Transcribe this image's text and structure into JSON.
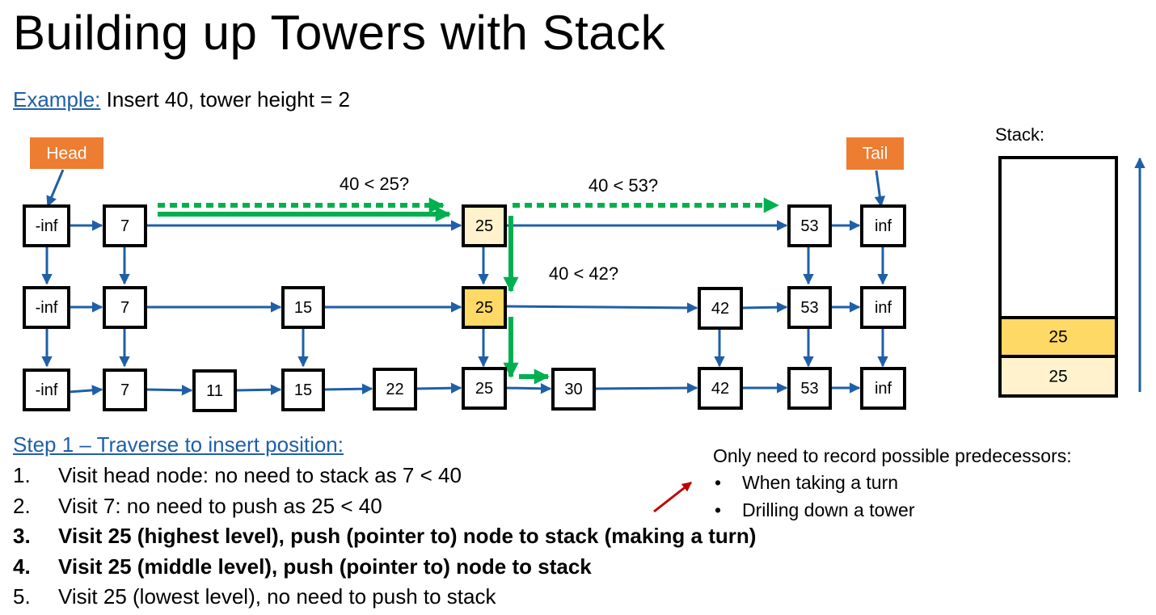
{
  "title": "Building up Towers with Stack",
  "example": {
    "label": "Example:",
    "text": "Insert 40, tower height = 2"
  },
  "head_label": "Head",
  "tail_label": "Tail",
  "levels": {
    "top": [
      "-inf",
      "7",
      "25",
      "53",
      "inf"
    ],
    "middle": [
      "-inf",
      "7",
      "15",
      "25",
      "42",
      "53",
      "inf"
    ],
    "bottom": [
      "-inf",
      "7",
      "11",
      "15",
      "22",
      "25",
      "30",
      "42",
      "53",
      "inf"
    ]
  },
  "comparisons": [
    "40 < 25?",
    "40 < 53?",
    "40 < 42?"
  ],
  "stack": {
    "label": "Stack:",
    "items": [
      "25",
      "25"
    ]
  },
  "step_title": "Step 1 – Traverse to insert position:",
  "steps": [
    {
      "num": "1.",
      "text": "Visit head node: no need to stack as 7 < 40",
      "bold": false
    },
    {
      "num": "2.",
      "text": "Visit 7: no need to push as 25 < 40",
      "bold": false
    },
    {
      "num": "3.",
      "text": "Visit 25 (highest level), push (pointer to) node to stack (making a turn)",
      "bold": true
    },
    {
      "num": "4.",
      "text": "Visit 25 (middle level), push (pointer to) node to stack",
      "bold": true
    },
    {
      "num": "5.",
      "text": "Visit 25 (lowest level), no need to push to stack",
      "bold": false
    }
  ],
  "note": {
    "heading": "Only need to record possible predecessors:",
    "bullets": [
      "When taking a turn",
      "Drilling down a tower"
    ]
  },
  "colors": {
    "arrow_blue": "#1f5fa8",
    "path_green": "#00b050",
    "label_orange": "#ed7d31",
    "highlight_light": "#fff2cc",
    "highlight_gold": "#ffd966",
    "red_arrow": "#c00000"
  }
}
